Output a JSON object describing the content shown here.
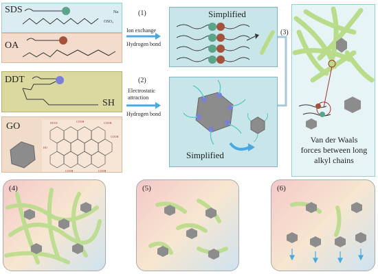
{
  "labels": {
    "sds": "SDS",
    "na": "Na",
    "oa": "OA",
    "ddt": "DDT",
    "sh": "SH",
    "go": "GO",
    "step1": "(1)",
    "step2": "(2)",
    "step3": "(3)",
    "step4": "(4)",
    "step5": "(5)",
    "step6": "(6)",
    "ion_exchange": "Ion exchange",
    "hydrogen_bond_1": "Hydrogen bond",
    "electrostatic_1": "Electrostatic",
    "electrostatic_2": "attraction",
    "hydrogen_bond_2": "Hydrogen bond",
    "simplified_top": "Simplified",
    "simplified_bottom": "Simplified",
    "vdw_line1": "Van der Waals",
    "vdw_line2": "forces between long",
    "vdw_line3": "alkyl chains"
  },
  "colors": {
    "sds_bg": "#dcecf3",
    "oa_bg": "#f3dccb",
    "ddt_bg": "#dcd9a0",
    "go_bg": "#f1dcc9",
    "teal_panel": "#c8e6ea",
    "chain_green": "#b9dc8a",
    "sheet_gray": "#8c8c8c",
    "arrow_blue": "#4aa8e0"
  }
}
